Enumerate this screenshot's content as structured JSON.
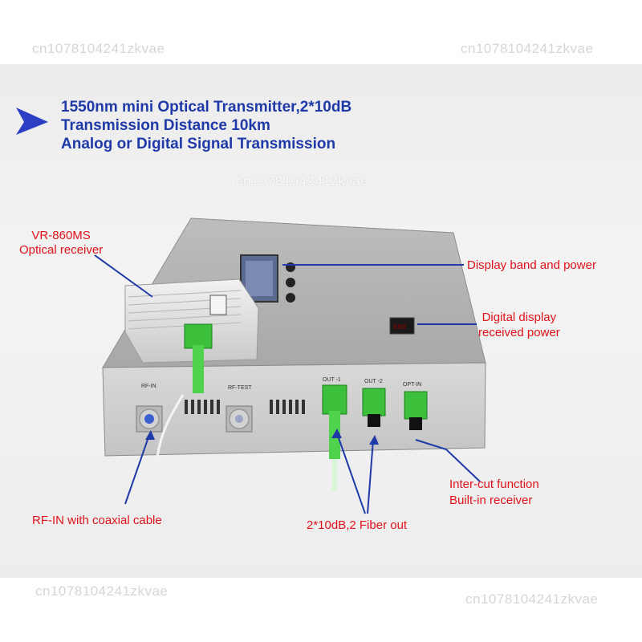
{
  "headline": {
    "line1": "1550nm mini Optical Transmitter,2*10dB",
    "line2": "Transmission Distance 10km",
    "line3": "Analog or Digital Signal Transmission"
  },
  "watermark": "cn1078104241zkvae",
  "callouts": {
    "receiver_model": "VR-860MS",
    "receiver_name": "Optical receiver",
    "display_band": "Display band and power",
    "digital_display_1": "Digital display",
    "digital_display_2": "received power",
    "rf_in": "RF-IN with coaxial cable",
    "fiber_out": "2*10dB,2 Fiber out",
    "intercut_1": "Inter-cut function",
    "intercut_2": "Built-in receiver"
  },
  "panel": {
    "rf_in": "RF-IN",
    "rf_test": "RF-TEST",
    "out1": "OUT -1",
    "out2": "OUT -2",
    "opt_in": "OPT-IN"
  },
  "colors": {
    "headline": "#1f3aa8",
    "callout_red": "#e0121b",
    "callout_blue": "#1f3aa8",
    "connector_green": "#3cbf3a"
  }
}
